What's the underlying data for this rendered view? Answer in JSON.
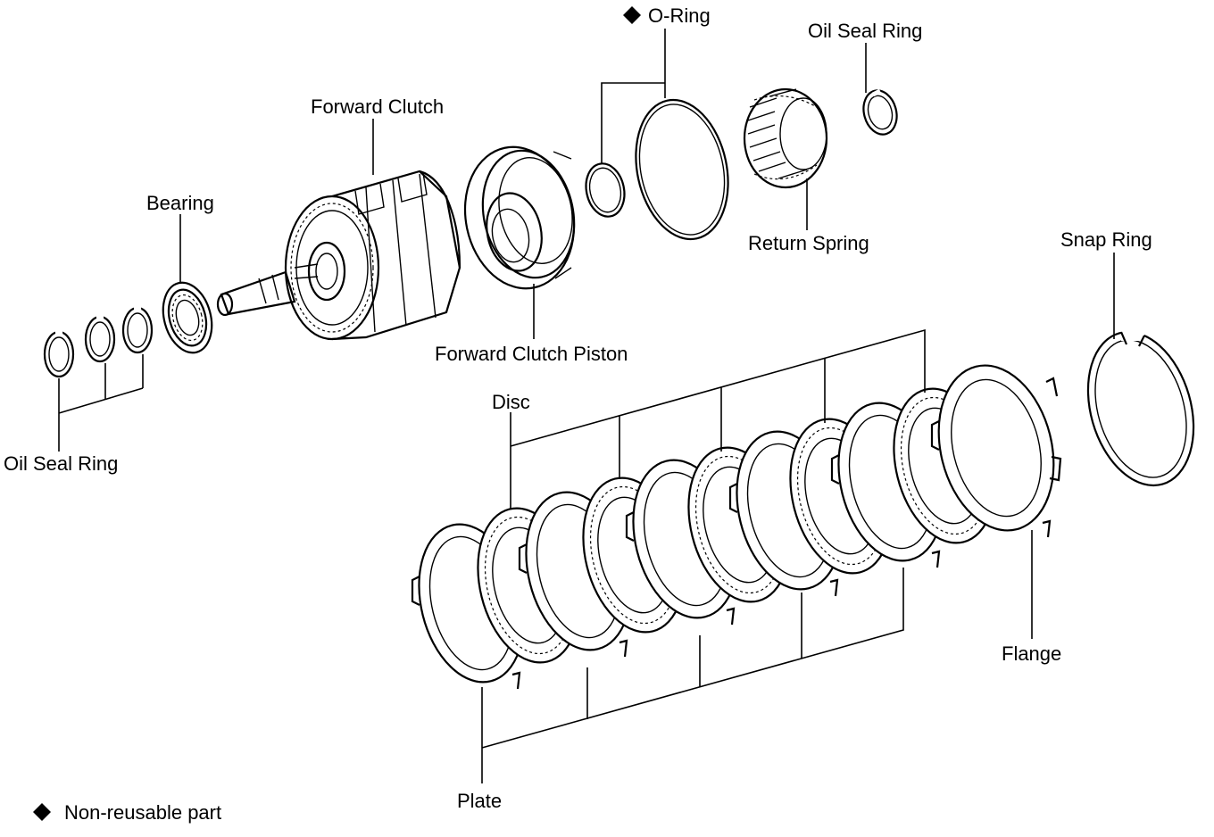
{
  "labels": {
    "o_ring": "O-Ring",
    "oil_seal_ring_top": "Oil Seal Ring",
    "forward_clutch": "Forward Clutch",
    "bearing": "Bearing",
    "return_spring": "Return Spring",
    "snap_ring": "Snap Ring",
    "forward_clutch_piston": "Forward Clutch Piston",
    "disc": "Disc",
    "oil_seal_ring_left": "Oil Seal Ring",
    "flange": "Flange",
    "plate": "Plate",
    "legend_text": "Non-reusable part"
  },
  "legend": {
    "symbol": "diamond",
    "meaning_ref": "legend_text"
  },
  "non_reusable_marks": [
    "o_ring"
  ]
}
